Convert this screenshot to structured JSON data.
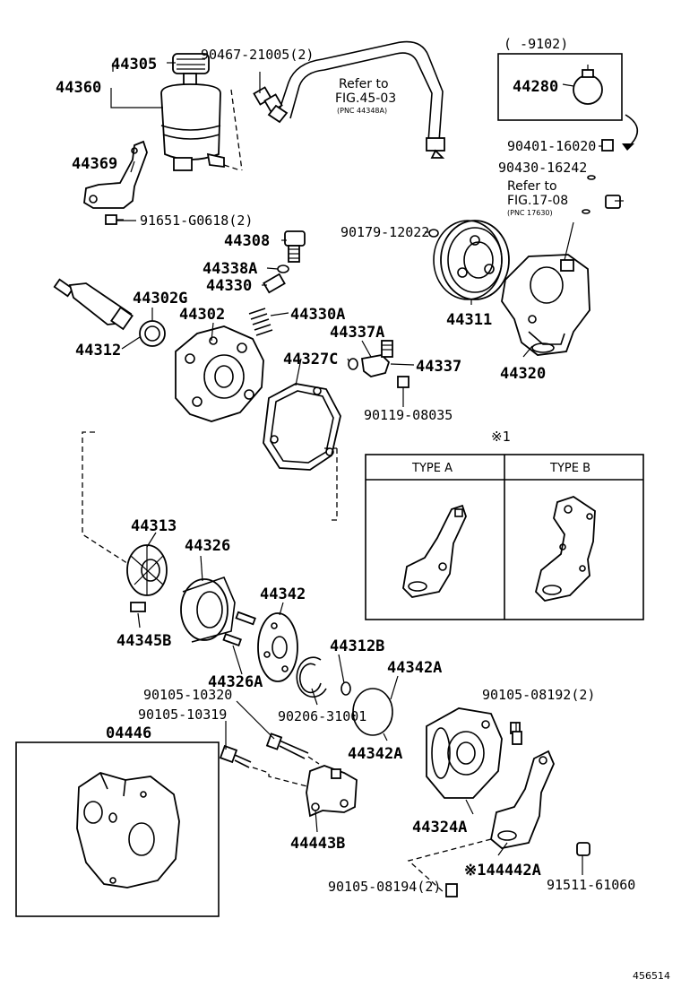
{
  "labels": {
    "p44305": "44305",
    "p44360": "44360",
    "p90467": "90467-21005(2)",
    "refer1": "Refer to",
    "fig1": "FIG.45-03",
    "pnc1": "(PNC 44348A)",
    "year_range": "(   -9102)",
    "p44280": "44280",
    "p90401": "90401-16020",
    "p90430": "90430-16242",
    "refer2": "Refer to",
    "fig2": "FIG.17-08",
    "pnc2": "(PNC 17630)",
    "p44369": "44369",
    "p91651": "91651-G0618(2)",
    "p44308": "44308",
    "p90179": "90179-12022",
    "p44338A": "44338A",
    "p44330": "44330",
    "p44302G": "44302G",
    "p44302": "44302",
    "p44330A": "44330A",
    "p44337A": "44337A",
    "p44311": "44311",
    "p44312": "44312",
    "p44327C": "44327C",
    "p44337": "44337",
    "p44320": "44320",
    "p90119": "90119-08035",
    "mark_top": "※1",
    "p44313": "44313",
    "p44326": "44326",
    "p44342": "44342",
    "p44345B": "44345B",
    "p44312B": "44312B",
    "p44342A_1": "44342A",
    "p44326A": "44326A",
    "p90105_10320": "90105-10320",
    "p90105_10319": "90105-10319",
    "p90206": "90206-31001",
    "p44342A_2": "44342A",
    "p90105_08192": "90105-08192(2)",
    "p04446": "04446",
    "p44443B": "44443B",
    "p44324A": "44324A",
    "p44442A": "※144442A",
    "p90105_08194": "90105-08194(2)",
    "p91511": "91511-61060",
    "code": "456514"
  },
  "type_table": {
    "col_a": "TYPE A",
    "col_b": "TYPE B"
  }
}
